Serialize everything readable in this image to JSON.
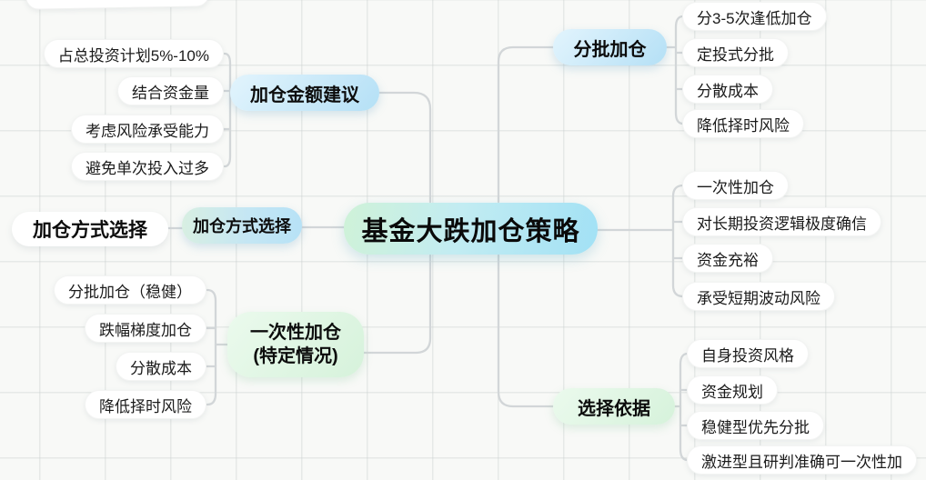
{
  "mindmap": {
    "root": {
      "label": "基金大跌加仓策略"
    },
    "branches": [
      {
        "label": "加仓金额建议",
        "children": [
          "占总投资计划5%-10%",
          "结合资金量",
          "考虑风险承受能力",
          "避免单次投入过多"
        ]
      },
      {
        "label": "加仓方式选择",
        "children": [
          "加仓方式选择"
        ]
      },
      {
        "label": "一次性加仓\n(特定情况)",
        "children": [
          "分批加仓（稳健）",
          "跌幅梯度加仓",
          "分散成本",
          "降低择时风险"
        ]
      },
      {
        "label": "分批加仓",
        "children": [
          "分3-5次逢低加仓",
          "定投式分批",
          "分散成本",
          "降低择时风险"
        ]
      },
      {
        "label": "",
        "children": [
          "一次性加仓",
          "对长期投资逻辑极度确信",
          "资金充裕",
          "承受短期波动风险"
        ]
      },
      {
        "label": "选择依据",
        "children": [
          "自身投资风格",
          "资金规划",
          "稳健型优先分批",
          "激进型且研判准确可一次性加"
        ]
      }
    ],
    "palette": {
      "central_gradient_start": "#cff2d8",
      "central_gradient_end": "#a2e1f5",
      "topic_blue": "#c5e7f8",
      "topic_green": "#d6f2db",
      "connector_line": "#d2d6d8",
      "background": "#f8f9f7"
    }
  }
}
